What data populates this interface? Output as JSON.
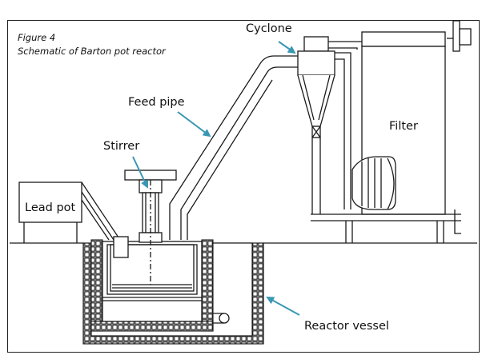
{
  "figure": {
    "number": "Figure 4",
    "caption": "Schematic of Barton pot reactor"
  },
  "labels": {
    "cyclone": "Cyclone",
    "feed_pipe": "Feed pipe",
    "stirrer": "Stirrer",
    "filter": "Filter",
    "lead_pot": "Lead pot",
    "reactor_vessel": "Reactor vessel"
  },
  "colors": {
    "line": "#1a1a1a",
    "arrow": "#3a97b3",
    "background": "#ffffff"
  }
}
